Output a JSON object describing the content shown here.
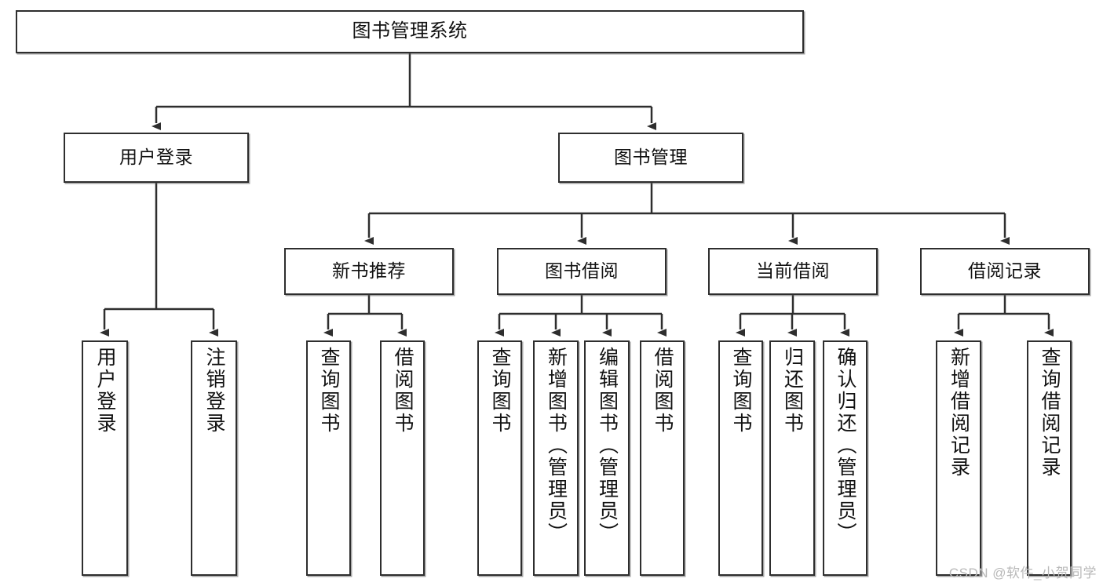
{
  "diagram": {
    "title": "图书管理系统",
    "type": "tree-hierarchy",
    "watermark": "CSDN @软件_小贺同学",
    "colors": {
      "stroke": "#2e2e2e",
      "fill": "#ffffff",
      "text": "#111111",
      "watermark": "#b9b9b9"
    },
    "nodes": {
      "root": {
        "label": "图书管理系统"
      },
      "level2": [
        {
          "label": "用户登录"
        },
        {
          "label": "图书管理"
        }
      ],
      "level3": [
        {
          "label": "新书推荐"
        },
        {
          "label": "图书借阅"
        },
        {
          "label": "当前借阅"
        },
        {
          "label": "借阅记录"
        }
      ],
      "leaves_user_login": [
        {
          "label": "用户登录"
        },
        {
          "label": "注销登录"
        }
      ],
      "leaves_new_books": [
        {
          "label": "查询图书"
        },
        {
          "label": "借阅图书"
        }
      ],
      "leaves_borrow": [
        {
          "label": "查询图书"
        },
        {
          "label": "新增图书（管理员）"
        },
        {
          "label": "编辑图书（管理员）"
        },
        {
          "label": "借阅图书"
        }
      ],
      "leaves_current": [
        {
          "label": "查询图书"
        },
        {
          "label": "归还图书"
        },
        {
          "label": "确认归还（管理员）"
        }
      ],
      "leaves_records": [
        {
          "label": "新增借阅记录"
        },
        {
          "label": "查询借阅记录"
        }
      ]
    }
  }
}
